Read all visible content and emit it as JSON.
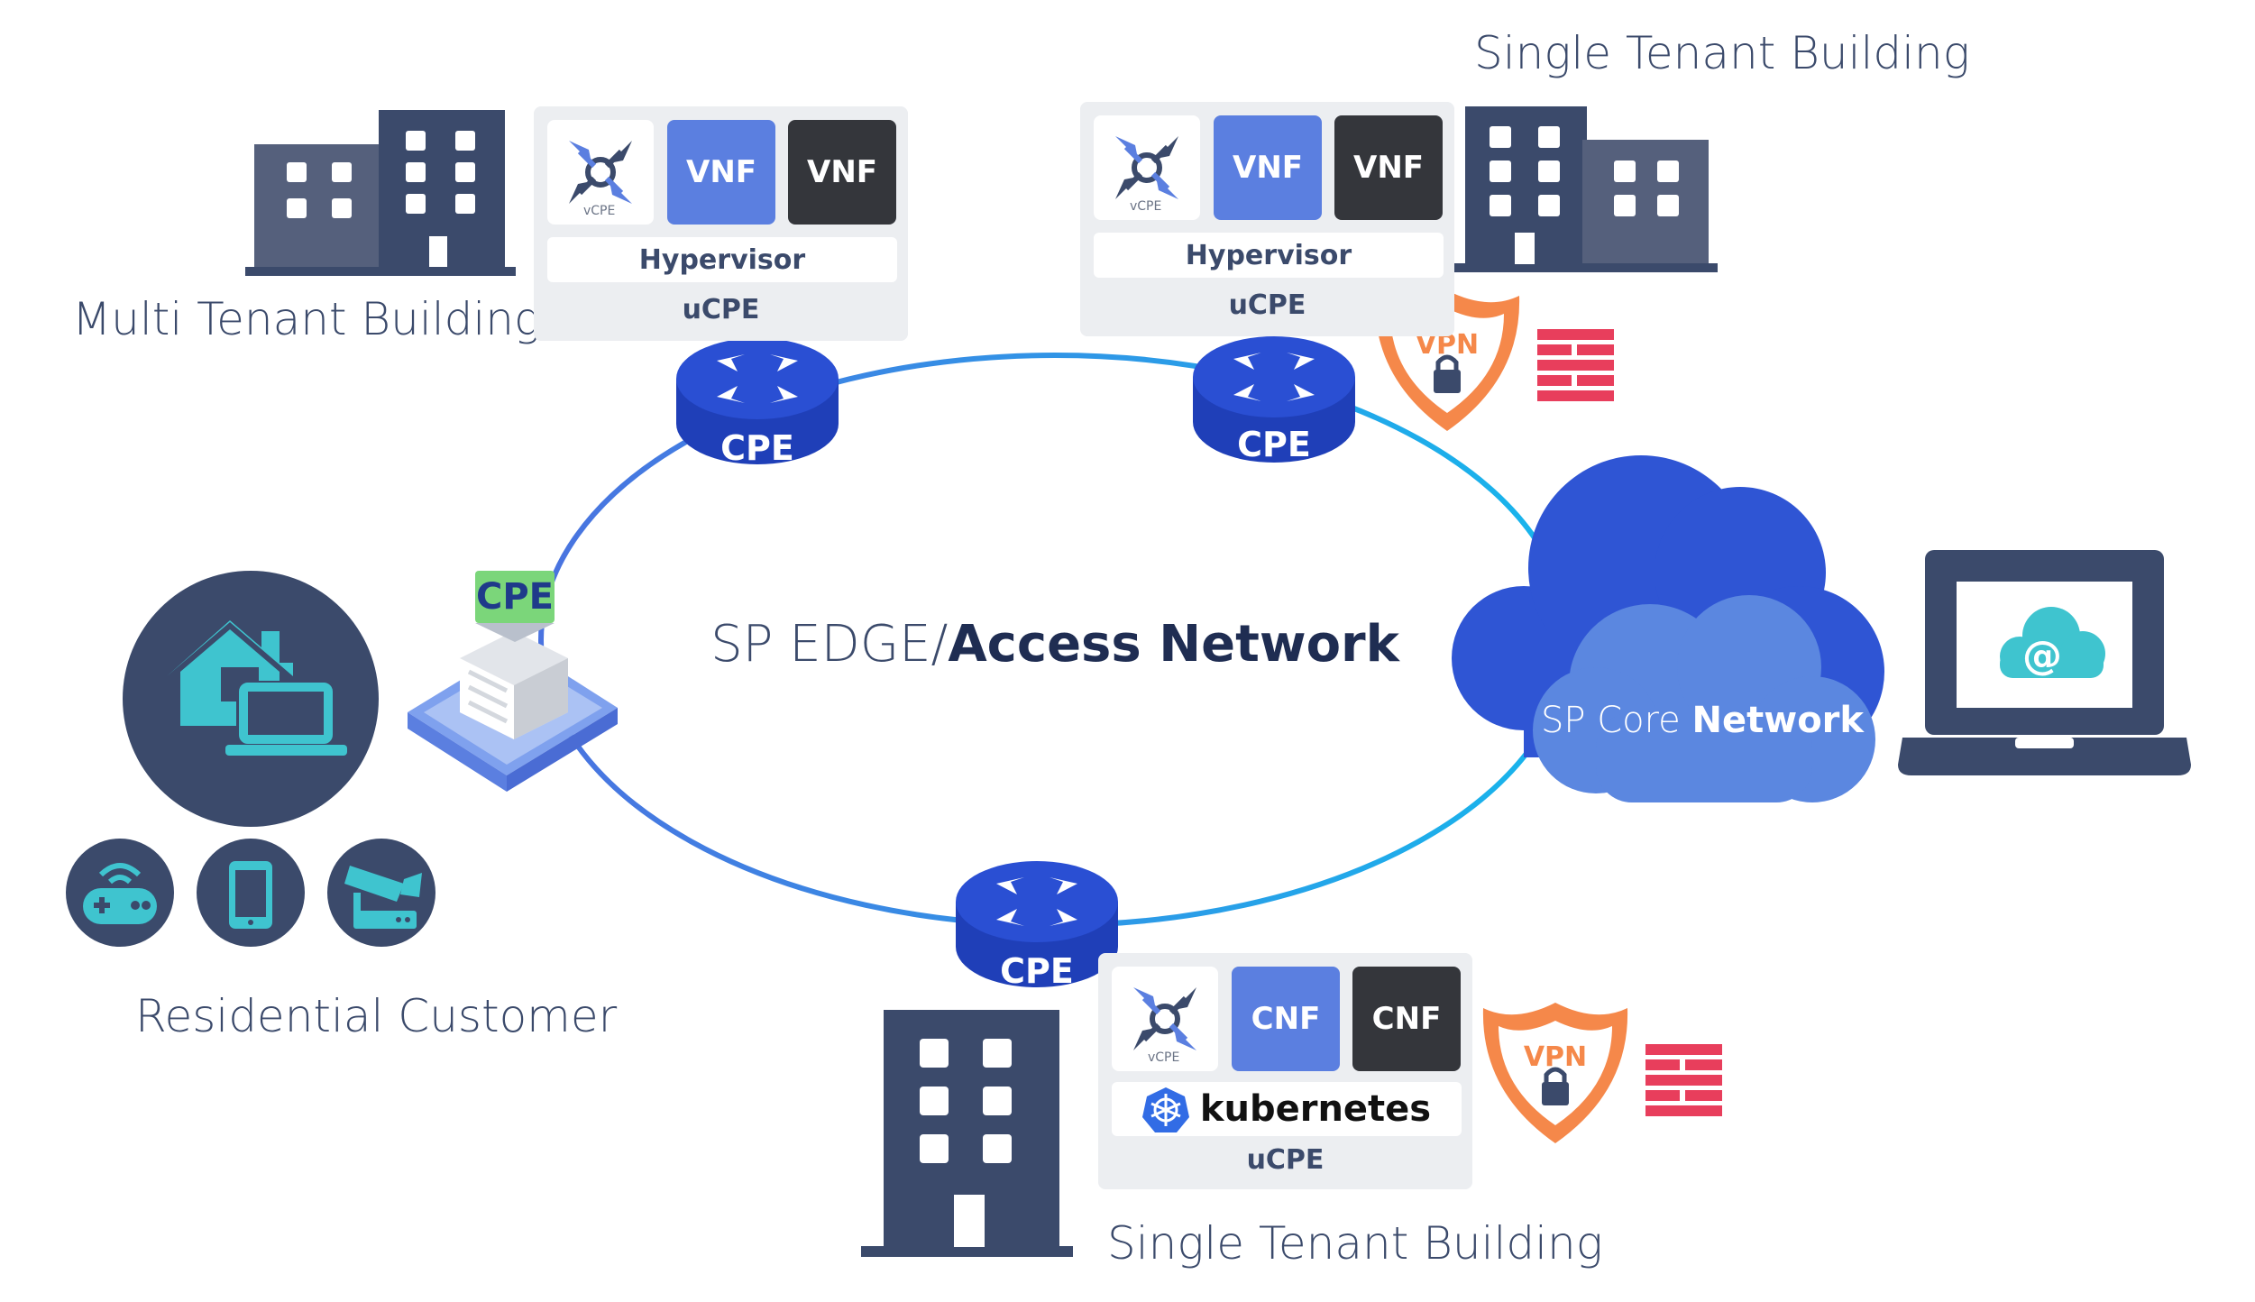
{
  "labels": {
    "multi_tenant": "Multi Tenant Building",
    "single_tenant_top": "Single Tenant Building",
    "single_tenant_bottom": "Single Tenant Building",
    "residential": "Residential Customer",
    "edge_network_light": "SP EDGE/",
    "edge_network_bold": "Access Network",
    "core_network_light": "SP Core ",
    "core_network_bold": "Network"
  },
  "cpe_router_label": "CPE",
  "cpe_server_label": "CPE",
  "ucpe_panels": {
    "top_left": {
      "tiles": [
        "VNF",
        "VNF"
      ],
      "vcpe_label": "vCPE",
      "platform": "Hypervisor",
      "title": "uCPE"
    },
    "top_right": {
      "tiles": [
        "VNF",
        "VNF"
      ],
      "vcpe_label": "vCPE",
      "platform": "Hypervisor",
      "title": "uCPE"
    },
    "bottom": {
      "tiles": [
        "CNF",
        "CNF"
      ],
      "vcpe_label": "vCPE",
      "platform": "kubernetes",
      "title": "uCPE"
    }
  },
  "vpn_label": "VPN",
  "email_symbol": "@",
  "colors": {
    "building_dark": "#3b4a6b",
    "building_mid": "#55607c",
    "router_blue": "#2a4fd3",
    "vnf_blue": "#5b7fe0",
    "vnf_dark": "#34363b",
    "cloud_dark": "#2f55d4",
    "cloud_light": "#5b87e0",
    "teal": "#3fc4cf",
    "vpn_orange": "#f5884a",
    "firewall_red": "#e83e5c",
    "cpe_green": "#7bd67a",
    "ring_blue": "#3f7ee8",
    "ring_cyan": "#1fb5e8"
  }
}
